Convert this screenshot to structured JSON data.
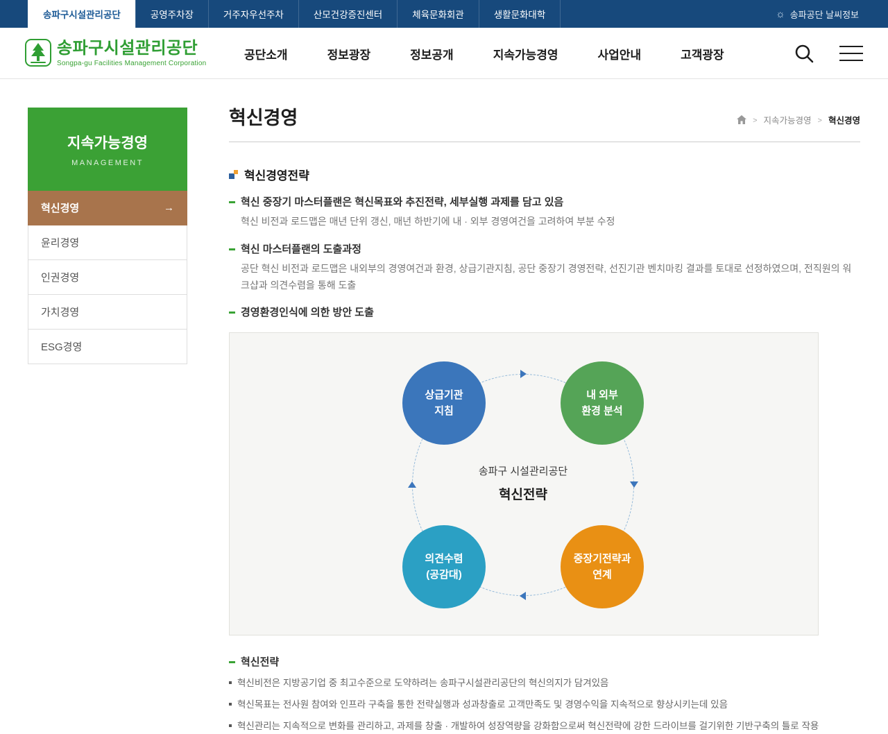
{
  "colors": {
    "topbar_bg": "#17497c",
    "active_tab_text": "#1c5a96",
    "brand_green": "#3aa335",
    "sidebar_active_brown": "#a8744c",
    "circle_blue": "#3b76bb",
    "circle_green": "#55a457",
    "circle_cyan": "#2ba0c4",
    "circle_orange": "#e99014"
  },
  "icons": {
    "weather_sun": "☼",
    "sidebar_arrow": "→"
  },
  "utility_bar": {
    "tabs": [
      {
        "label": "송파구시설관리공단",
        "active": true
      },
      {
        "label": "공영주차장"
      },
      {
        "label": "거주자우선주차"
      },
      {
        "label": "산모건강증진센터"
      },
      {
        "label": "체육문화회관"
      },
      {
        "label": "생활문화대학"
      }
    ],
    "weather_label": "송파공단 날씨정보"
  },
  "header": {
    "logo_title": "송파구시설관리공단",
    "logo_subtitle": "Songpa-gu Facilities Management Corporation",
    "nav": [
      {
        "label": "공단소개"
      },
      {
        "label": "정보광장"
      },
      {
        "label": "정보공개"
      },
      {
        "label": "지속가능경영"
      },
      {
        "label": "사업안내"
      },
      {
        "label": "고객광장"
      }
    ]
  },
  "sidebar": {
    "title": "지속가능경영",
    "subtitle": "MANAGEMENT",
    "items": [
      {
        "label": "혁신경영",
        "active": true
      },
      {
        "label": "윤리경영"
      },
      {
        "label": "인권경영"
      },
      {
        "label": "가치경영"
      },
      {
        "label": "ESG경영"
      }
    ]
  },
  "page": {
    "title": "혁신경영",
    "breadcrumb": {
      "level1": "지속가능경영",
      "current": "혁신경영"
    }
  },
  "content": {
    "section1": {
      "title": "혁신경영전략",
      "items": [
        {
          "heading": "혁신 중장기 마스터플랜은 혁신목표와 추진전략, 세부실행 과제를 담고 있음",
          "body": "혁신 비전과 로드맵은 매년 단위 갱신, 매년 하반기에 내 · 외부 경영여건을 고려하여 부분 수정"
        },
        {
          "heading": "혁신 마스터플랜의 도출과정",
          "body": "공단 혁신 비전과 로드맵은 내외부의 경영여건과 환경, 상급기관지침, 공단 중장기 경영전략, 선진기관 벤치마킹 결과를 토대로 선정하였으며, 전직원의 워크샵과 의견수렴을 통해 도출"
        },
        {
          "heading": "경영환경인식에 의한 방안 도출",
          "body": ""
        }
      ]
    },
    "diagram": {
      "center_line1": "송파구 시설관리공단",
      "center_line2": "혁신전략",
      "circles": [
        {
          "line1": "상급기관",
          "line2": "지침",
          "color": "#3b76bb"
        },
        {
          "line1": "내 외부",
          "line2": "환경 분석",
          "color": "#55a457"
        },
        {
          "line1": "의견수렴",
          "line2": "(공감대)",
          "color": "#2ba0c4"
        },
        {
          "line1": "중장기전략과",
          "line2": "연계",
          "color": "#e99014"
        }
      ]
    },
    "section2": {
      "title": "혁신전략",
      "bullets": [
        "혁신비전은 지방공기업 중 최고수준으로 도약하려는 송파구시설관리공단의 혁신의지가 담겨있음",
        "혁신목표는 전사원 참여와 인프라 구축을 통한 전략실행과 성과창출로 고객만족도 및 경영수익을 지속적으로 향상시키는데 있음",
        "혁신관리는 지속적으로 변화를 관리하고, 과제를 창출 · 개발하여 성장역량을 강화함으로써 혁신전략에 강한 드라이브를 걸기위한 기반구축의 틀로 작용"
      ]
    }
  }
}
